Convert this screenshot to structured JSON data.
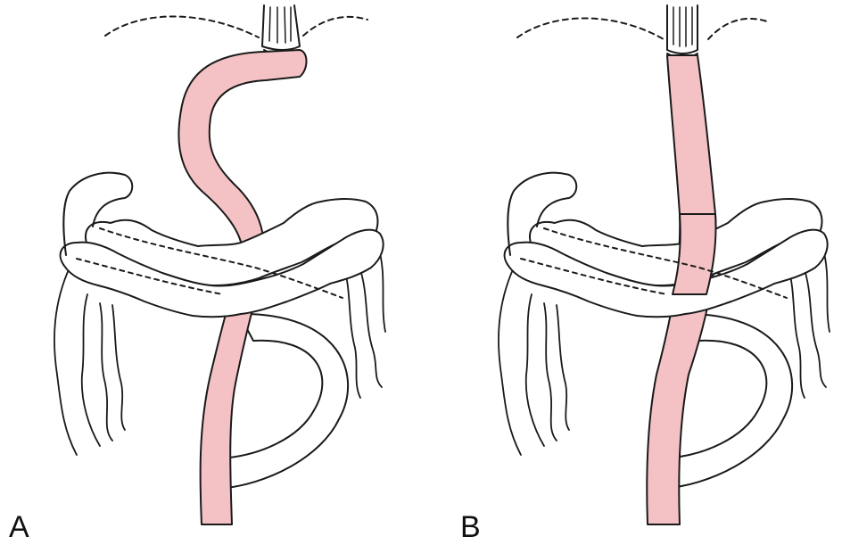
{
  "panels": [
    {
      "label": "A",
      "conduit": "curved"
    },
    {
      "label": "B",
      "conduit": "straight"
    }
  ],
  "colors": {
    "conduit_fill": "#f4c2c4",
    "outline": "#1a1a1a",
    "background": "#ffffff"
  }
}
